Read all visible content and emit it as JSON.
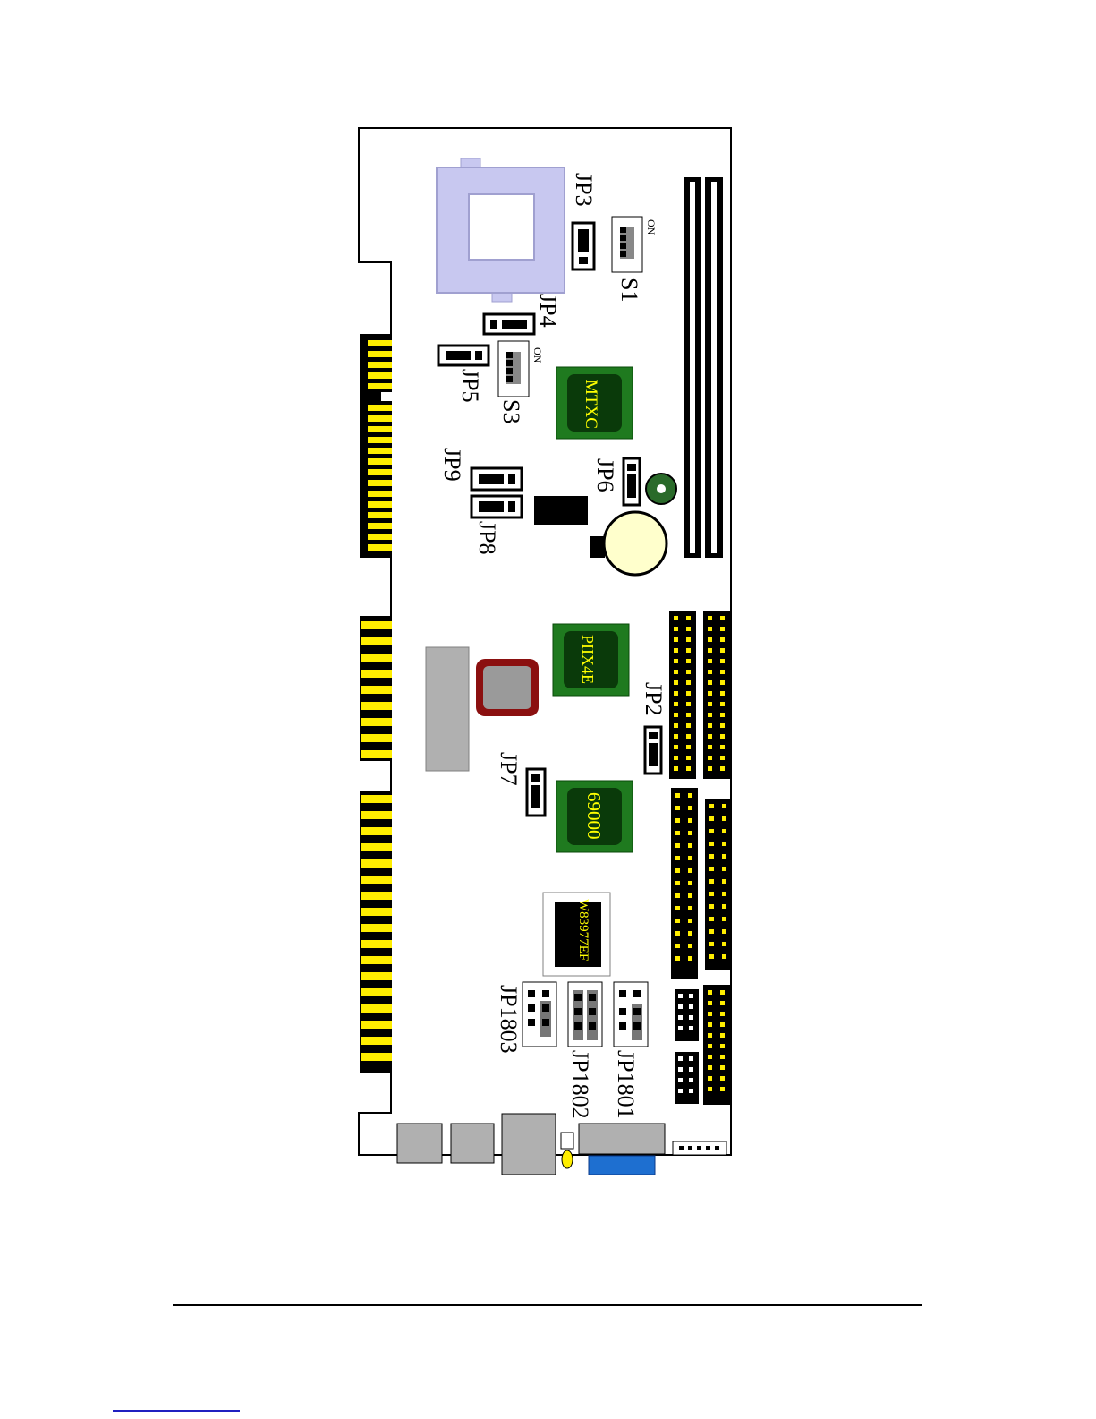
{
  "board": {
    "jumpers": {
      "jp3": "JP3",
      "jp4": "JP4",
      "jp5": "JP5",
      "jp6": "JP6",
      "jp7": "JP7",
      "jp8": "JP8",
      "jp9": "JP9",
      "jp2": "JP2",
      "jp1801": "JP1801",
      "jp1802": "JP1802",
      "jp1803": "JP1803"
    },
    "switches": {
      "s1": "S1",
      "s3": "S3",
      "s1_on": "ON",
      "s3_on": "ON"
    },
    "chips": {
      "mtxc": "MTXC",
      "piix4e": "PIIX4E",
      "vga": "69000",
      "superio": "W83977EF"
    }
  },
  "colors": {
    "chip_green": "#1f7a1f",
    "chip_text": "#ffff00",
    "gold": "#ffee00",
    "slot_black": "#000000",
    "cpu_socket": "#c8c8f0",
    "vga_port": "#1e6fd0"
  }
}
